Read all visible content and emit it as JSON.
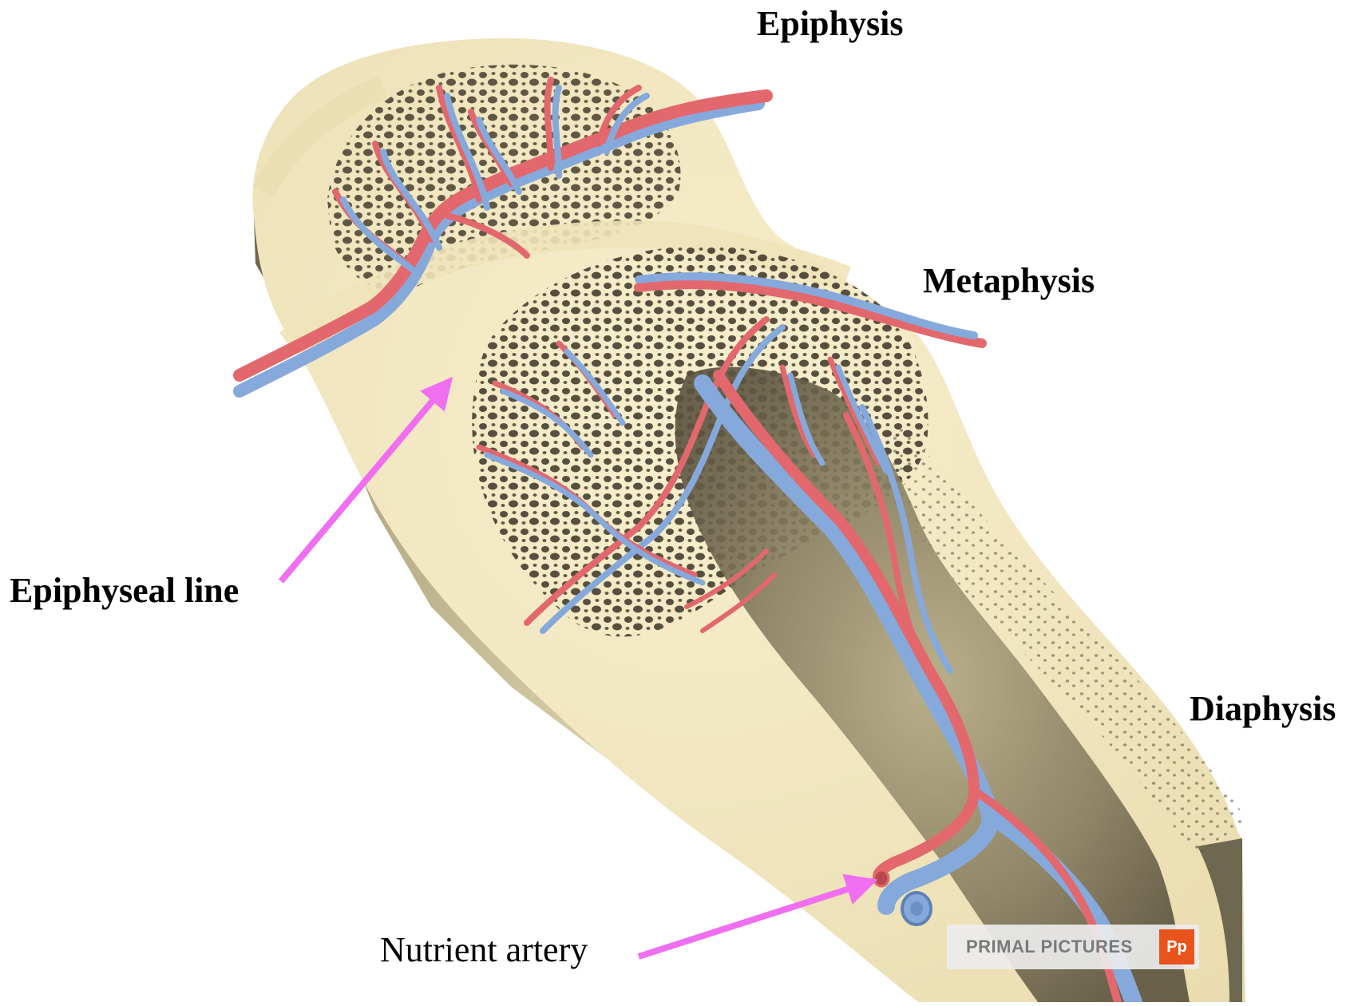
{
  "labels": {
    "epiphysis": "Epiphysis",
    "metaphysis": "Metaphysis",
    "epiphyseal_line": "Epiphyseal line",
    "diaphysis": "Diaphysis",
    "nutrient_artery": "Nutrient artery"
  },
  "watermark": {
    "text": "PRIMAL PICTURES",
    "logo": "Pp"
  },
  "colors": {
    "bone_cut": "#f4e9c3",
    "bone_outer": "#d9cfa6",
    "bone_shadow": "#8c845f",
    "artery": "#e2686e",
    "vein": "#86a9dc",
    "arrow": "#f06ef0",
    "marrow": "#6e6550"
  },
  "icons": {
    "arrow_epiphyseal": "pointer-arrow",
    "arrow_nutrient": "pointer-arrow"
  }
}
